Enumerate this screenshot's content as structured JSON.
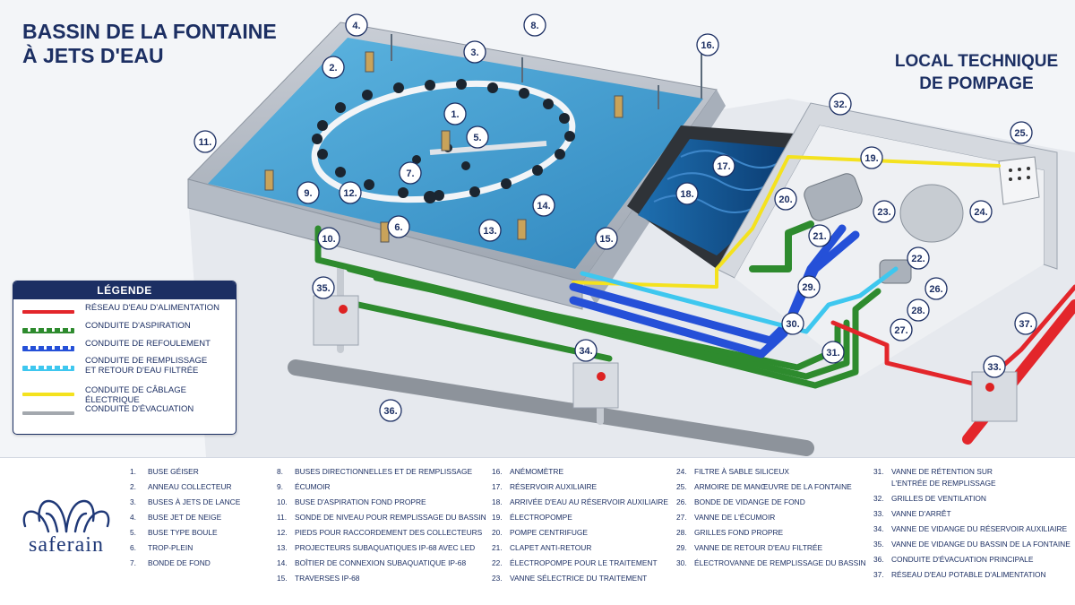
{
  "titles": {
    "left_line1": "BASSIN DE LA FONTAINE",
    "left_line2": "À JETS D'EAU",
    "right_line1": "LOCAL TECHNIQUE",
    "right_line2": "DE POMPAGE"
  },
  "legend": {
    "title": "LÉGENDE",
    "items": [
      {
        "label": "Réseau d'eau d'alimentation",
        "color": "#e3262b",
        "style": "solid"
      },
      {
        "label": "Conduite d'aspiration",
        "color": "#2e8b2e",
        "style": "dashed"
      },
      {
        "label": "Conduite de refoulement",
        "color": "#2550d8",
        "style": "dashed"
      },
      {
        "label": "Conduite de remplissage et retour d'eau filtrée",
        "color": "#3ec7ef",
        "style": "dashed"
      },
      {
        "label": "Conduite de câblage électrique",
        "color": "#f4e21e",
        "style": "solid"
      },
      {
        "label": "Conduite d'évacuation",
        "color": "#a3a8ae",
        "style": "solid"
      }
    ]
  },
  "callouts": [
    "1.",
    "2.",
    "3.",
    "4.",
    "5.",
    "6.",
    "7.",
    "8.",
    "9.",
    "10.",
    "11.",
    "12.",
    "13.",
    "14.",
    "15.",
    "16.",
    "17.",
    "18.",
    "19.",
    "20.",
    "21.",
    "22.",
    "23.",
    "24.",
    "25.",
    "26.",
    "27.",
    "28.",
    "29.",
    "30.",
    "31.",
    "32.",
    "33.",
    "34.",
    "35.",
    "36.",
    "37."
  ],
  "brand": "saferain",
  "colors": {
    "navy": "#1c2f63",
    "water": "#3f9bcf",
    "supply_red": "#e3262b",
    "suction_green": "#2e8b2e",
    "discharge_blue": "#2550d8",
    "fill_cyan": "#3ec7ef",
    "cable_yellow": "#f4e21e",
    "drain_grey": "#a3a8ae"
  },
  "components": {
    "col1": [
      {
        "n": "1.",
        "t": "Buse Géiser"
      },
      {
        "n": "2.",
        "t": "Anneau collecteur"
      },
      {
        "n": "3.",
        "t": "Buses à jets de lance"
      },
      {
        "n": "4.",
        "t": "Buse jet de neige"
      },
      {
        "n": "5.",
        "t": "Buse type boule"
      },
      {
        "n": "6.",
        "t": "Trop-plein"
      },
      {
        "n": "7.",
        "t": "Bonde de fond"
      }
    ],
    "col2": [
      {
        "n": "8.",
        "t": "Buses directionnelles et de remplissage"
      },
      {
        "n": "9.",
        "t": "Écumoir"
      },
      {
        "n": "10.",
        "t": "Buse d'aspiration fond propre"
      },
      {
        "n": "11.",
        "t": "Sonde de niveau pour remplissage du bassin"
      },
      {
        "n": "12.",
        "t": "Pieds pour raccordement des collecteurs"
      },
      {
        "n": "13.",
        "t": "Projecteurs subaquatiques IP-68 avec LED"
      },
      {
        "n": "14.",
        "t": "Boîtier de connexion subaquatique IP-68"
      },
      {
        "n": "15.",
        "t": "Traverses IP-68"
      }
    ],
    "col3": [
      {
        "n": "16.",
        "t": "Anémomètre"
      },
      {
        "n": "17.",
        "t": "Réservoir auxiliaire"
      },
      {
        "n": "18.",
        "t": "Arrivée d'eau au réservoir auxiliaire"
      },
      {
        "n": "19.",
        "t": "Électropompe"
      },
      {
        "n": "20.",
        "t": "Pompe centrifuge"
      },
      {
        "n": "21.",
        "t": "Clapet anti-retour"
      },
      {
        "n": "22.",
        "t": "Électropompe pour le traitement"
      },
      {
        "n": "23.",
        "t": "Vanne sélectrice du traitement"
      }
    ],
    "col4": [
      {
        "n": "24.",
        "t": "Filtre à sable siliceux"
      },
      {
        "n": "25.",
        "t": "Armoire de manœuvre de la fontaine"
      },
      {
        "n": "26.",
        "t": "Bonde de vidange de fond"
      },
      {
        "n": "27.",
        "t": "Vanne de l'écumoir"
      },
      {
        "n": "28.",
        "t": "Grilles fond propre"
      },
      {
        "n": "29.",
        "t": "Vanne de retour d'eau filtrée"
      },
      {
        "n": "30.",
        "t": "Électrovanne de remplissage du bassin"
      }
    ],
    "col5": [
      {
        "n": "31.",
        "t": "Vanne de rétention sur"
      },
      {
        "n": "",
        "t": "l'entrée de remplissage"
      },
      {
        "n": "32.",
        "t": "Grilles de ventilation"
      },
      {
        "n": "33.",
        "t": "Vanne d'arrêt"
      },
      {
        "n": "34.",
        "t": "Vanne de vidange du réservoir auxiliaire"
      },
      {
        "n": "35.",
        "t": "Vanne de vidange du bassin de la fontaine"
      },
      {
        "n": "36.",
        "t": "Conduite d'évacuation principale"
      },
      {
        "n": "37.",
        "t": "Réseau d'eau potable d'alimentation"
      }
    ]
  }
}
